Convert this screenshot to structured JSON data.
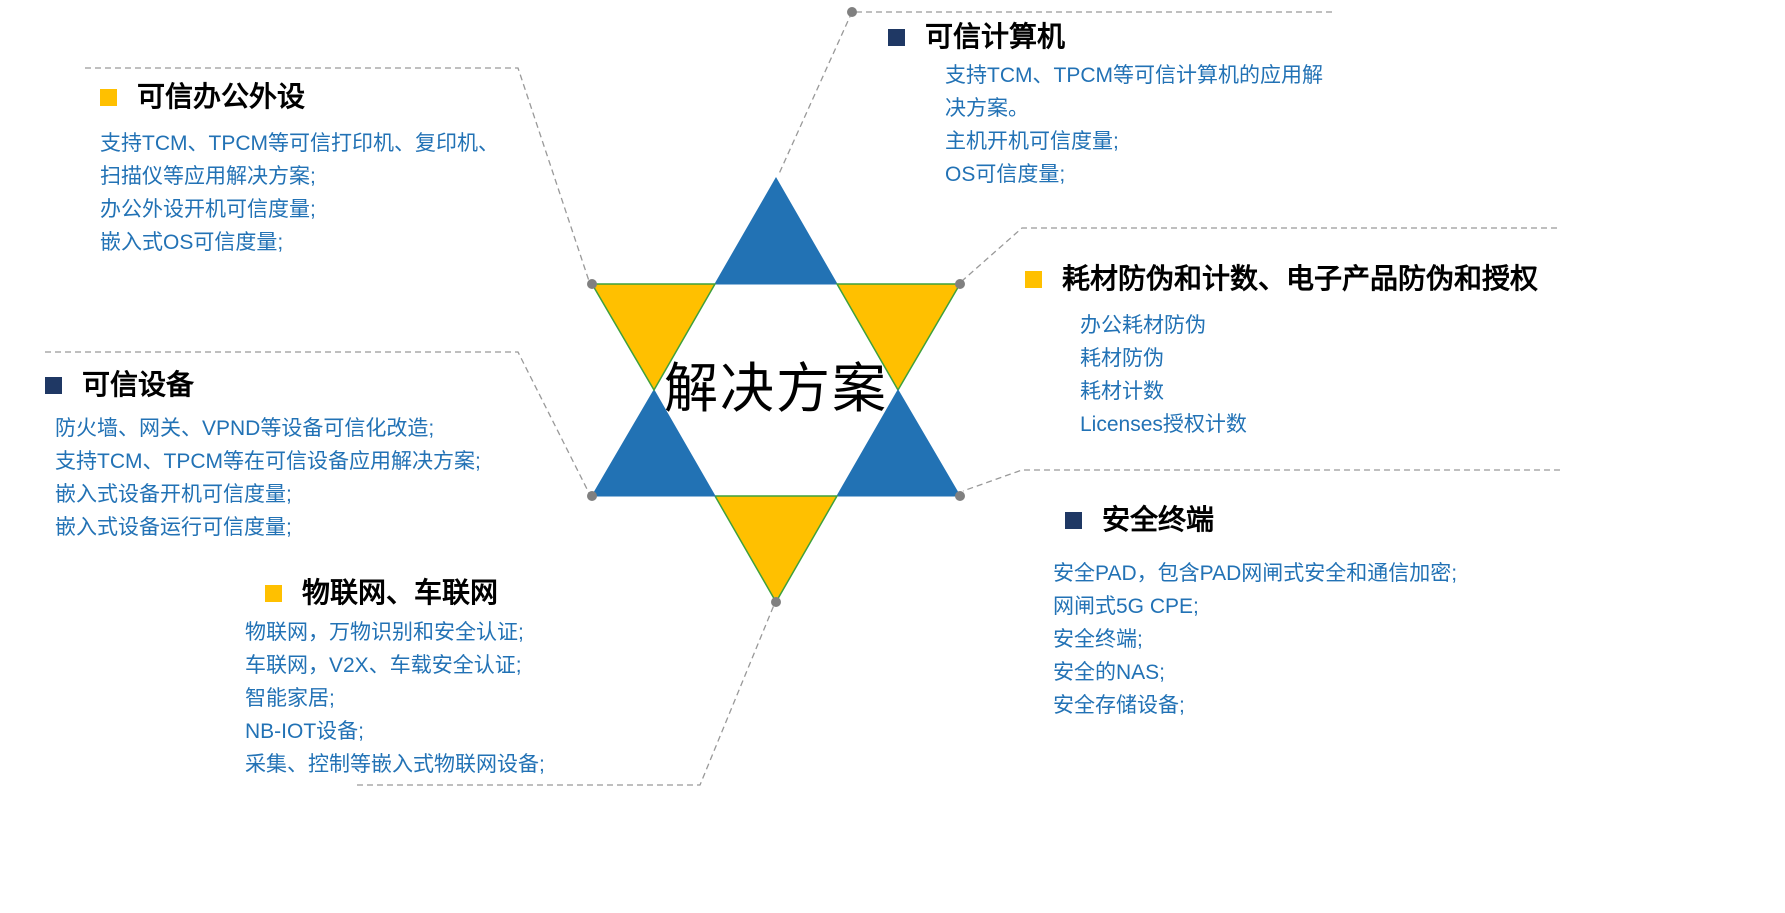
{
  "center": {
    "label": "解决方案"
  },
  "colors": {
    "triangle_blue": "#2272B4",
    "triangle_yellow": "#FFC000",
    "triangle_yellow_stroke": "#3FA03C",
    "bullet_navy": "#1F3864",
    "bullet_yellow": "#FFC000",
    "body_text": "#2272B5",
    "title_text": "#000000",
    "connector": "#999999",
    "dot": "#808080"
  },
  "sections": [
    {
      "id": "trusted-office-peripherals",
      "title": "可信办公外设",
      "bullet": "yellow",
      "lines": [
        "支持TCM、TPCM等可信打印机、复印机、",
        "扫描仪等应用解决方案;",
        "办公外设开机可信度量;",
        "嵌入式OS可信度量;"
      ]
    },
    {
      "id": "trusted-computer",
      "title": "可信计算机",
      "bullet": "navy",
      "lines": [
        "支持TCM、TPCM等可信计算机的应用解",
        "决方案。",
        "主机开机可信度量;",
        "OS可信度量;"
      ]
    },
    {
      "id": "consumables-anticounterfeit-and-licensing",
      "title": "耗材防伪和计数、电子产品防伪和授权",
      "bullet": "yellow",
      "lines": [
        "办公耗材防伪",
        "耗材防伪",
        "耗材计数",
        "Licenses授权计数"
      ]
    },
    {
      "id": "trusted-devices",
      "title": "可信设备",
      "bullet": "navy",
      "lines": [
        "防火墙、网关、VPND等设备可信化改造;",
        "支持TCM、TPCM等在可信设备应用解决方案;",
        "嵌入式设备开机可信度量;",
        "嵌入式设备运行可信度量;"
      ]
    },
    {
      "id": "iot-iov",
      "title": "物联网、车联网",
      "bullet": "yellow",
      "lines": [
        "物联网，万物识别和安全认证;",
        "车联网，V2X、车载安全认证;",
        "智能家居;",
        "NB-IOT设备;",
        "采集、控制等嵌入式物联网设备;"
      ]
    },
    {
      "id": "secure-terminal",
      "title": "安全终端",
      "bullet": "navy",
      "lines": [
        "安全PAD，包含PAD网闸式安全和通信加密;",
        "网闸式5G CPE;",
        "安全终端;",
        "安全的NAS;",
        "安全存储设备;"
      ]
    }
  ]
}
